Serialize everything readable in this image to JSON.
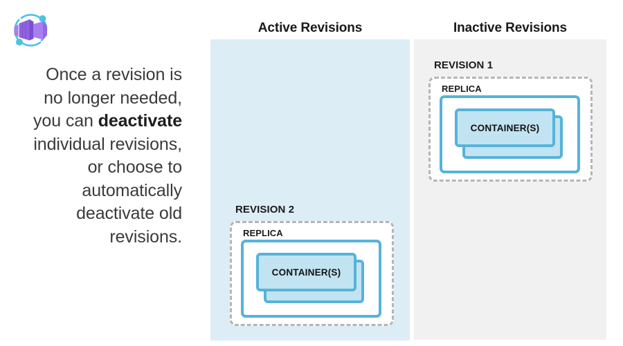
{
  "brand": {
    "icon": "azure-container-apps-logo",
    "box_color": "#8661c5",
    "box_color_light": "#a67ef0",
    "orbit_color": "#50c0e0"
  },
  "intro": {
    "line1": "Once a revision is",
    "line2": "no longer needed,",
    "line3_prefix": "you can ",
    "line3_bold": "deactivate",
    "line4": "individual revisions,",
    "line5": "or choose to",
    "line6": "automatically",
    "line7": "deactivate old",
    "line8": "revisions.",
    "full_text": "Once a revision is no longer needed, you can deactivate individual revisions, or choose to automatically deactivate old revisions."
  },
  "columns": {
    "active": {
      "heading": "Active Revisions",
      "background": "#ddedf6",
      "revision": {
        "label": "REVISION 2",
        "replica_label": "REPLICA",
        "container_label": "CONTAINER(S)"
      }
    },
    "inactive": {
      "heading": "Inactive Revisions",
      "background": "#f1f1f1",
      "revision": {
        "label": "REVISION 1",
        "replica_label": "REPLICA",
        "container_label": "CONTAINER(S)"
      }
    }
  },
  "colors": {
    "accent_blue": "#56b3d9",
    "container_fill": "#c2e3f1",
    "dashed_border": "#b5b5b5",
    "text": "#1a1a1a",
    "body_text": "#3a3a3a"
  }
}
